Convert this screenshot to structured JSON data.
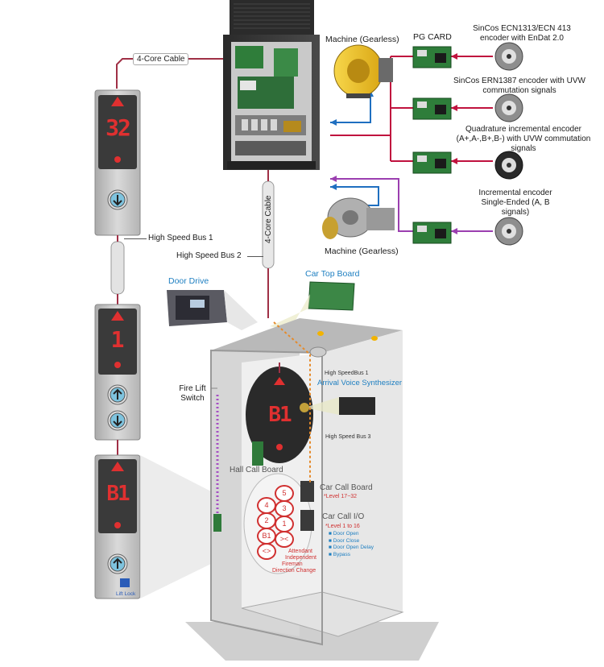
{
  "labels": {
    "machine_gearless_top": "Machine (Gearless)",
    "pg_card": "PG CARD",
    "encoder1": "SinCos ECN1313/ECN 413 encoder with EnDat 2.0",
    "encoder2": "SinCos ERN1387 encoder with UVW commutation signals",
    "encoder3": "Quadrature incremental encoder (A+,A-,B+,B-) with UVW commutation signals",
    "encoder4": "Incremental encoder Single-Ended (A, B signals)",
    "machine_gearless_bottom": "Machine (Gearless)",
    "cable_top": "4-Core Cable",
    "cable_vertical": "4-Core Cable",
    "high_speed_bus_1": "High Speed Bus 1",
    "high_speed_bus_2": "High Speed Bus 2",
    "door_drive": "Door Drive",
    "car_top_board": "Car Top Board",
    "fire_lift_switch": "Fire Lift Switch",
    "high_speedbus_1_car": "High SpeedBus 1",
    "arrival_voice_synthesizer": "Arrival Voice Synthesizer",
    "high_speed_bus_3": "High Speed Bus 3",
    "hall_call_board": "Hall Call Board",
    "car_call_board": "Car Call Board",
    "car_call_board_level": "*Level 17~32",
    "car_call_io": "Car Call I/O",
    "car_call_io_level": "*Level 1 to 16",
    "lift_lock": "Lift Lock"
  },
  "car_call_io_items": [
    "Door Open",
    "Door Close",
    "Door Open Delay",
    "Bypass"
  ],
  "panel_buttons": [
    "4",
    "5",
    "2",
    "3",
    "1",
    "B1",
    "><",
    "<>"
  ],
  "panel_notes": [
    "Attendant",
    "Independent",
    "Fireman",
    "Direction Change"
  ],
  "hall_displays": {
    "top": "32",
    "middle": "1",
    "bottom": "B1",
    "car": "B1"
  },
  "colors": {
    "display_red": "#e03030",
    "blue_line": "#1f6fc0",
    "red_line": "#c0123e",
    "purple_line": "#9b3fb0",
    "orange_dashed": "#e58a2a"
  }
}
